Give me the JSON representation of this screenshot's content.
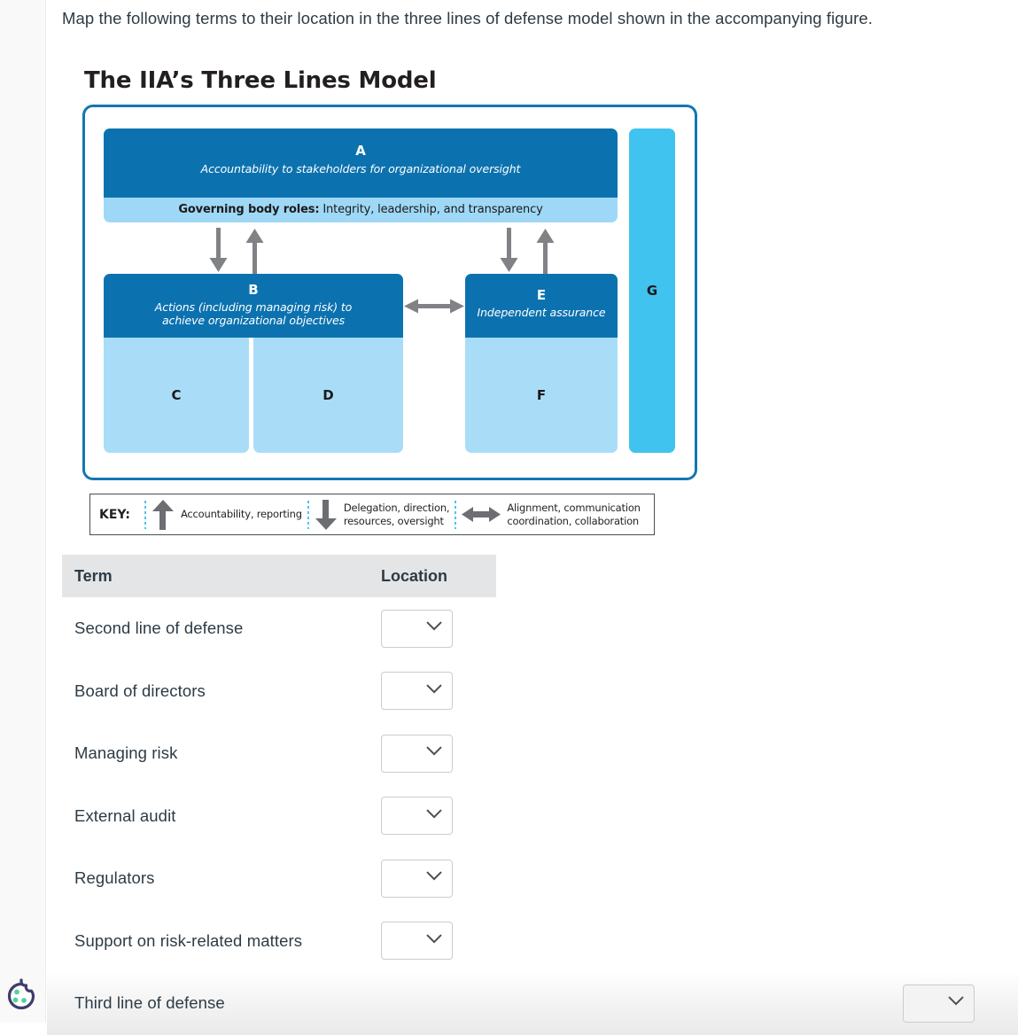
{
  "prompt": {
    "text": "Map the following terms to their location in the three lines of defense model shown in the accompanying figure."
  },
  "figure": {
    "title": "The IIA’s Three Lines Model",
    "colors": {
      "dark_blue": "#0c72af",
      "mid_blue": "#9fd8f6",
      "light_blue": "#a9ddf7",
      "cyan": "#41c3ef",
      "frame_border": "#1277b3",
      "arrow_gray": "#808285"
    },
    "boxes": {
      "a": {
        "label": "A",
        "desc": "Accountability to stakeholders for organizational oversight"
      },
      "governing_bar": {
        "bold": "Governing body roles:",
        "rest": " Integrity, leadership, and transparency"
      },
      "b": {
        "label": "B",
        "desc_line1": "Actions (including managing risk) to",
        "desc_line2": "achieve organizational objectives"
      },
      "e": {
        "label": "E",
        "desc": "Independent assurance"
      },
      "c": {
        "label": "C"
      },
      "d": {
        "label": "D"
      },
      "f": {
        "label": "F"
      },
      "g": {
        "label": "G"
      }
    },
    "key": {
      "label": "KEY:",
      "items": [
        {
          "icon": "arrow-up-icon",
          "line1": "Accountability, reporting",
          "line2": ""
        },
        {
          "icon": "arrow-down-icon",
          "line1": "Delegation, direction,",
          "line2": "resources, oversight"
        },
        {
          "icon": "arrow-bidirectional-icon",
          "line1": "Alignment, communication",
          "line2": "coordination, collaboration"
        }
      ]
    }
  },
  "table": {
    "headers": {
      "term": "Term",
      "location": "Location"
    },
    "rows": [
      {
        "term": "Second line of defense",
        "location_value": ""
      },
      {
        "term": "Board of directors",
        "location_value": ""
      },
      {
        "term": "Managing risk",
        "location_value": ""
      },
      {
        "term": "External audit",
        "location_value": ""
      },
      {
        "term": "Regulators",
        "location_value": ""
      },
      {
        "term": "Support on risk-related matters",
        "location_value": ""
      },
      {
        "term": "Third line of defense",
        "location_value": ""
      }
    ]
  },
  "cookie_badge": {
    "icon": "cookie-icon"
  }
}
